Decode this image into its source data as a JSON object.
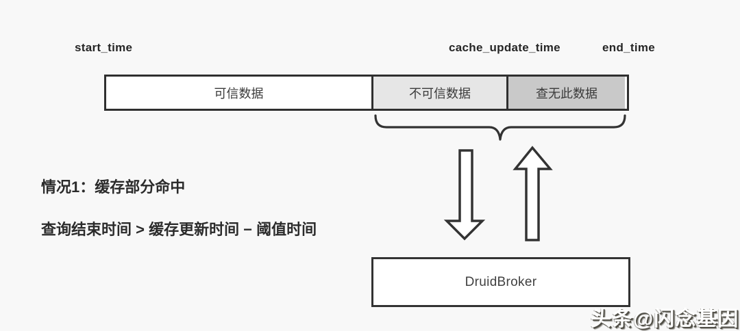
{
  "diagram": {
    "timeline": {
      "markers": [
        {
          "label": "start_time"
        },
        {
          "label": "cache_update_time"
        },
        {
          "label": "end_time"
        }
      ],
      "sections": [
        {
          "label": "可信数据",
          "color": "#ffffff"
        },
        {
          "label": "不可信数据",
          "color": "#e6e6e6"
        },
        {
          "label": "查无此数据",
          "color": "#c9c9c9"
        }
      ]
    },
    "broker_box": {
      "label": "DruidBroker"
    },
    "case": {
      "title": "情况1：缓存部分命中",
      "condition": "查询结束时间 > 缓存更新时间 − 阈值时间"
    },
    "watermark": "头条@闪念基因",
    "icons": {
      "brace": "range-brace-down",
      "down_arrow": "query-request-arrow",
      "up_arrow": "query-response-arrow"
    },
    "colors": {
      "background": "#f8f8f8",
      "stroke": "#2f2f2f",
      "text": "#2b2b2b",
      "section_trusted": "#ffffff",
      "section_untrusted": "#e6e6e6",
      "section_missing": "#c9c9c9"
    }
  }
}
